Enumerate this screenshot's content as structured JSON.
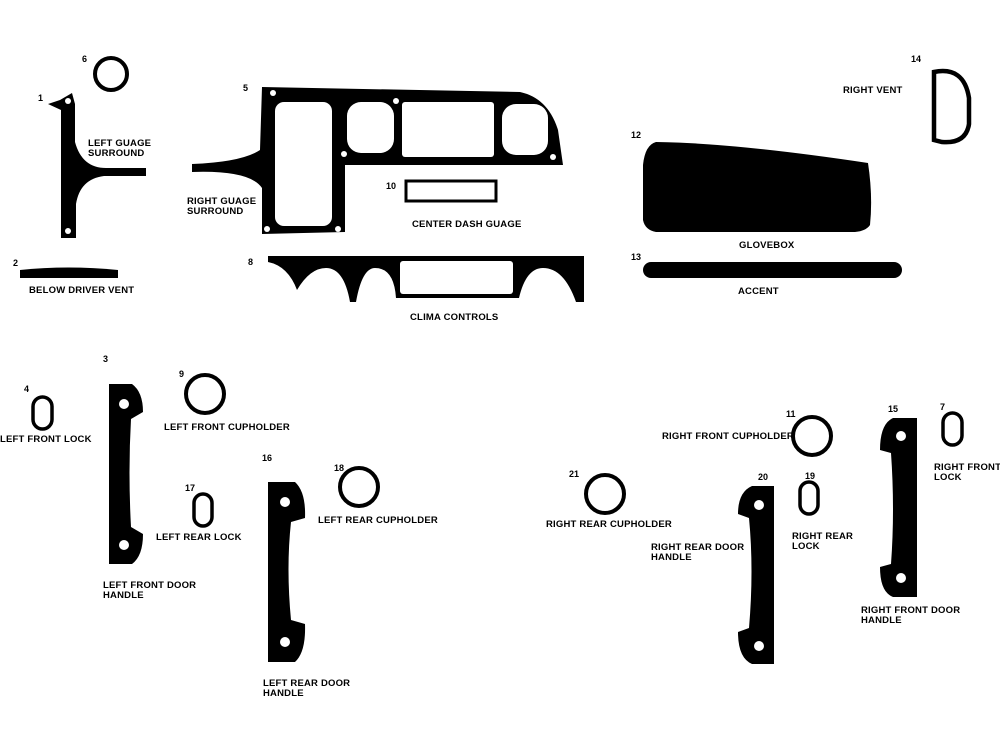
{
  "colors": {
    "part": "#000000",
    "background": "#ffffff",
    "hole": "#ffffff"
  },
  "parts": {
    "p1": {
      "number": "1",
      "label_lines": [
        "LEFT GUAGE",
        "SURROUND"
      ]
    },
    "p2": {
      "number": "2",
      "label_lines": [
        "BELOW DRIVER VENT"
      ]
    },
    "p3": {
      "number": "3",
      "label_lines": [
        "LEFT FRONT DOOR",
        "HANDLE"
      ]
    },
    "p4": {
      "number": "4",
      "label_lines": [
        "LEFT FRONT LOCK"
      ]
    },
    "p5": {
      "number": "5",
      "label_lines": [
        "RIGHT GUAGE",
        "SURROUND"
      ]
    },
    "p6": {
      "number": "6",
      "label_lines": []
    },
    "p7": {
      "number": "7",
      "label_lines": [
        "RIGHT FRONT",
        "LOCK"
      ]
    },
    "p8": {
      "number": "8",
      "label_lines": [
        "CLIMA CONTROLS"
      ]
    },
    "p9": {
      "number": "9",
      "label_lines": [
        "LEFT FRONT CUPHOLDER"
      ]
    },
    "p10": {
      "number": "10",
      "label_lines": [
        "CENTER DASH GUAGE"
      ]
    },
    "p11": {
      "number": "11",
      "label_lines": [
        "RIGHT FRONT CUPHOLDER"
      ]
    },
    "p12": {
      "number": "12",
      "label_lines": [
        "GLOVEBOX"
      ]
    },
    "p13": {
      "number": "13",
      "label_lines": [
        "ACCENT"
      ]
    },
    "p14": {
      "number": "14",
      "label_lines": [
        "RIGHT VENT"
      ]
    },
    "p15": {
      "number": "15",
      "label_lines": [
        "RIGHT FRONT DOOR",
        "HANDLE"
      ]
    },
    "p16": {
      "number": "16",
      "label_lines": [
        "LEFT REAR DOOR",
        "HANDLE"
      ]
    },
    "p17": {
      "number": "17",
      "label_lines": [
        "LEFT REAR LOCK"
      ]
    },
    "p18": {
      "number": "18",
      "label_lines": [
        "LEFT REAR CUPHOLDER"
      ]
    },
    "p19": {
      "number": "19",
      "label_lines": [
        "RIGHT REAR",
        "LOCK"
      ]
    },
    "p20": {
      "number": "20",
      "label_lines": [
        "RIGHT REAR DOOR",
        "HANDLE"
      ]
    },
    "p21": {
      "number": "21",
      "label_lines": [
        "RIGHT REAR CUPHOLDER"
      ]
    }
  }
}
